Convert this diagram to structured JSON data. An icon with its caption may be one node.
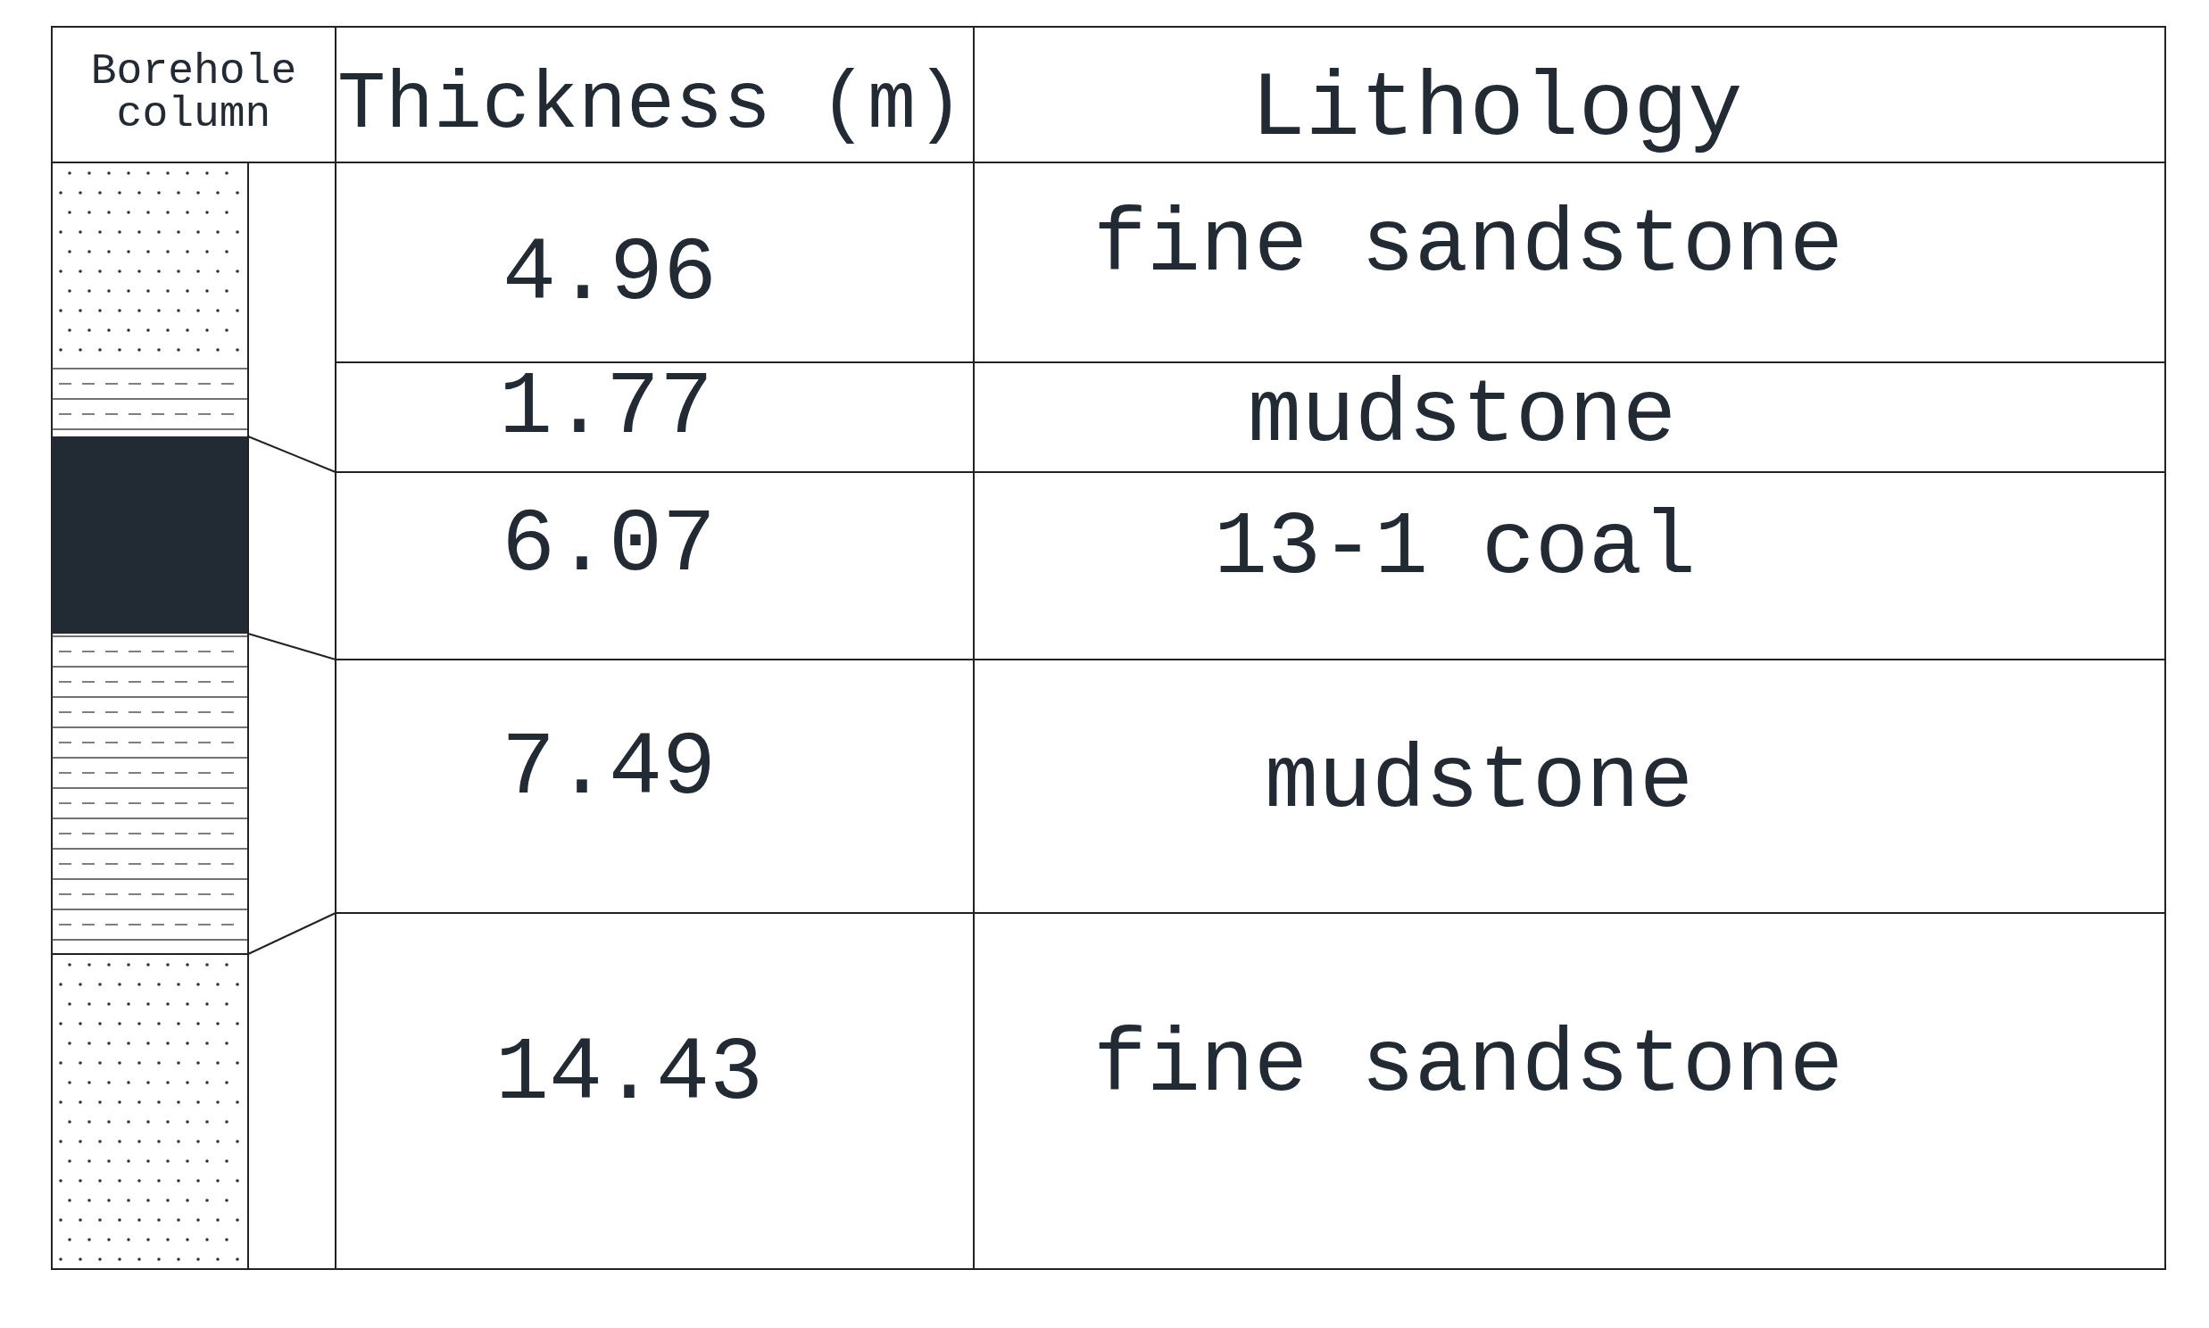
{
  "diagram": {
    "labels": [
      "Borehole column",
      "Thickness (m)",
      "Lithology",
      "4.96",
      "fine sandstone",
      "1.77",
      "mudstone",
      "6.07",
      "13-1 coal",
      "7.49",
      "mudstone",
      "14.43",
      "fine sandstone"
    ]
  }
}
